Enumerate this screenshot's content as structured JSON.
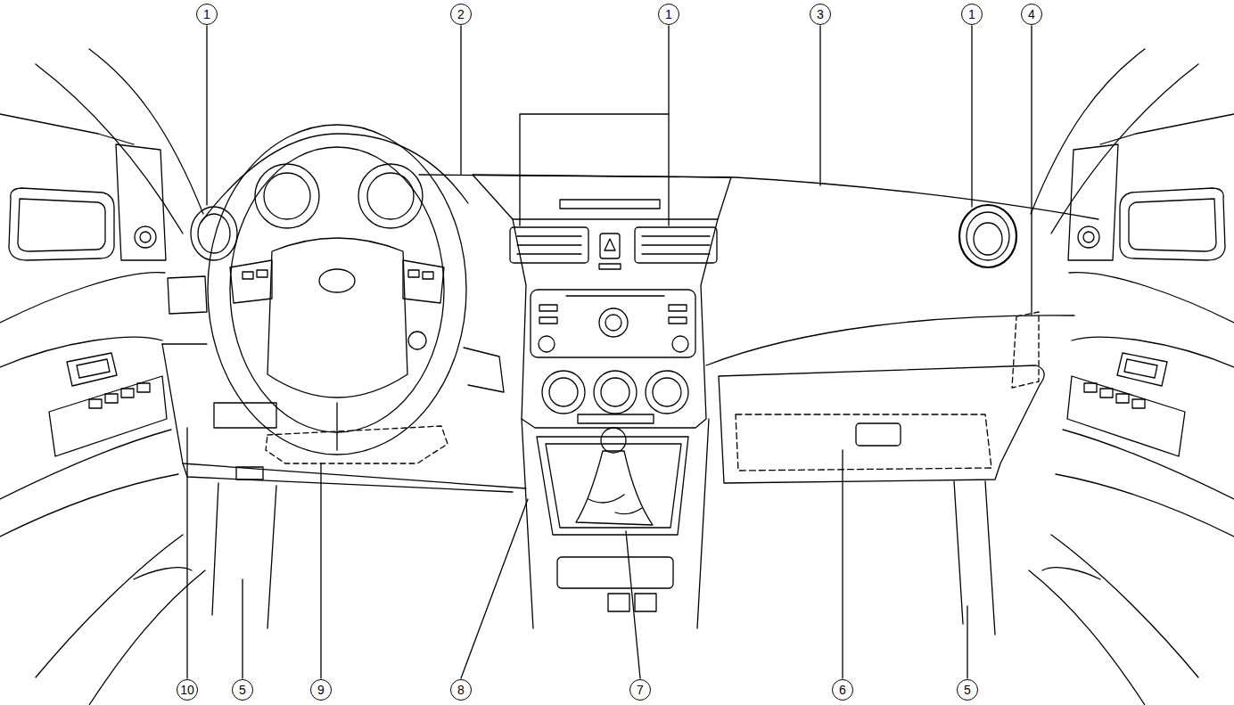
{
  "diagram": {
    "labels": [
      "1",
      "2",
      "1",
      "3",
      "1",
      "4",
      "10",
      "5",
      "9",
      "8",
      "7",
      "6",
      "5"
    ]
  }
}
